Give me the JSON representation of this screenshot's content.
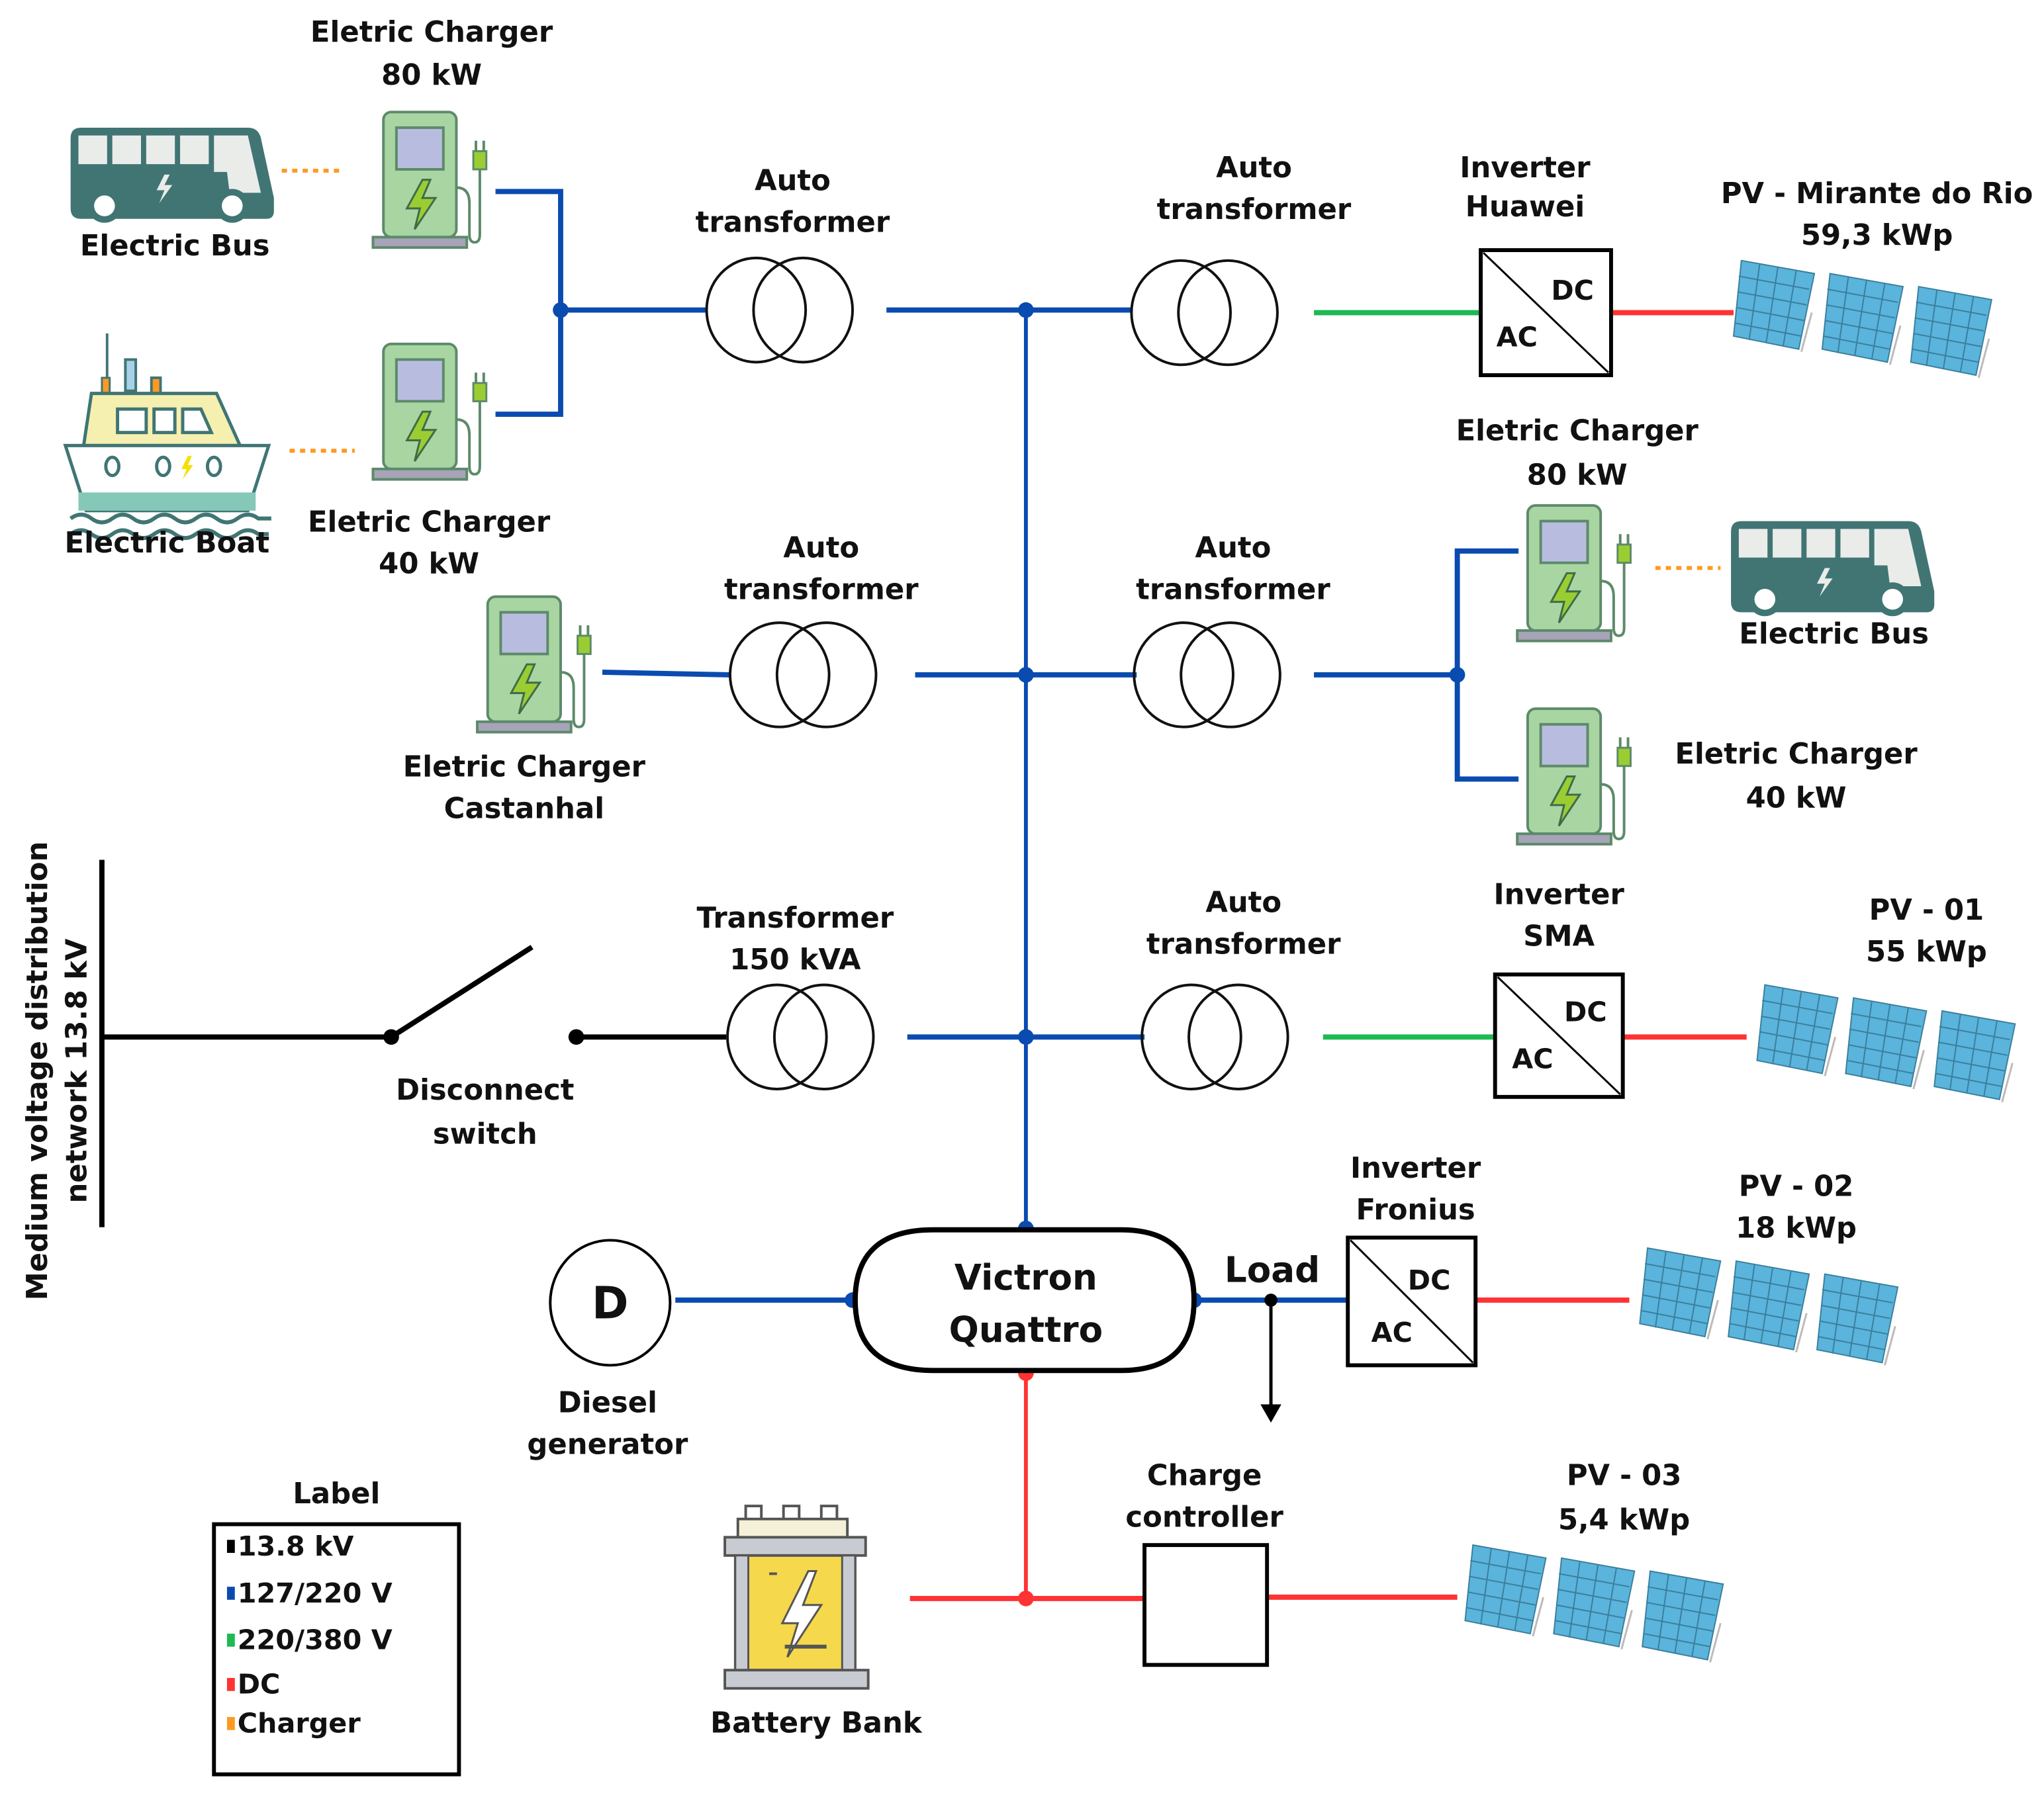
{
  "title": "Microgrid single-line diagram",
  "colors": {
    "mv_13_8kv": "#000000",
    "lv_127_220": "#0a4bb0",
    "lv_220_380": "#1db954",
    "dc": "#ff3333",
    "charger": "#ff9922"
  },
  "components": {
    "bus_left_top": {
      "label": "Electric Bus",
      "icon": "bus-icon"
    },
    "charger_80_left": {
      "line1": "Eletric Charger",
      "line2": "80 kW",
      "icon": "ev-charger-icon"
    },
    "boat": {
      "label": "Electric Boat",
      "icon": "boat-icon"
    },
    "charger_40_left": {
      "line1": "Eletric Charger",
      "line2": "40 kW",
      "icon": "ev-charger-icon"
    },
    "autotrafo_1": {
      "line1": "Auto",
      "line2": "transformer"
    },
    "autotrafo_2": {
      "line1": "Auto",
      "line2": "transformer"
    },
    "inverter_huawei": {
      "line1": "Inverter",
      "line2": "Huawei",
      "ac": "AC",
      "dc": "DC"
    },
    "pv_mirante": {
      "line1": "PV - Mirante do Rio",
      "line2": "59,3 kWp",
      "icon": "solar-panel-icon"
    },
    "charger_castanhal": {
      "line1": "Eletric Charger",
      "line2": "Castanhal",
      "icon": "ev-charger-icon"
    },
    "autotrafo_3": {
      "line1": "Auto",
      "line2": "transformer"
    },
    "autotrafo_4": {
      "line1": "Auto",
      "line2": "transformer"
    },
    "charger_80_right": {
      "line1": "Eletric Charger",
      "line2": "80 kW",
      "icon": "ev-charger-icon"
    },
    "bus_right": {
      "label": "Electric Bus",
      "icon": "bus-icon"
    },
    "charger_40_right": {
      "line1": "Eletric Charger",
      "line2": "40 kW",
      "icon": "ev-charger-icon"
    },
    "mv_network": {
      "line1": "Medium voltage distribution",
      "line2": "network 13.8 kV"
    },
    "disconnect_switch": {
      "line1": "Disconnect",
      "line2": "switch"
    },
    "transformer_150": {
      "line1": "Transformer",
      "line2": "150 kVA"
    },
    "autotrafo_5": {
      "line1": "Auto",
      "line2": "transformer"
    },
    "inverter_sma": {
      "line1": "Inverter",
      "line2": "SMA",
      "ac": "AC",
      "dc": "DC"
    },
    "pv_01": {
      "line1": "PV - 01",
      "line2": "55 kWp",
      "icon": "solar-panel-icon"
    },
    "diesel": {
      "symbol": "D",
      "line1": "Diesel",
      "line2": "generator"
    },
    "victron": {
      "line1": "Victron",
      "line2": "Quattro"
    },
    "load": {
      "label": "Load"
    },
    "inverter_fronius": {
      "line1": "Inverter",
      "line2": "Fronius",
      "ac": "AC",
      "dc": "DC"
    },
    "pv_02": {
      "line1": "PV - 02",
      "line2": "18 kWp",
      "icon": "solar-panel-icon"
    },
    "battery": {
      "label": "Battery Bank",
      "icon": "battery-icon"
    },
    "charge_controller": {
      "line1": "Charge",
      "line2": "controller"
    },
    "pv_03": {
      "line1": "PV - 03",
      "line2": "5,4 kWp",
      "icon": "solar-panel-icon"
    }
  },
  "legend": {
    "title": "Label",
    "items": [
      {
        "label": "13.8 kV",
        "color": "#000000"
      },
      {
        "label": "127/220 V",
        "color": "#0a4bb0"
      },
      {
        "label": "220/380 V",
        "color": "#1db954"
      },
      {
        "label": "DC",
        "color": "#ff3333"
      },
      {
        "label": "Charger",
        "color": "#ff9922"
      }
    ]
  }
}
